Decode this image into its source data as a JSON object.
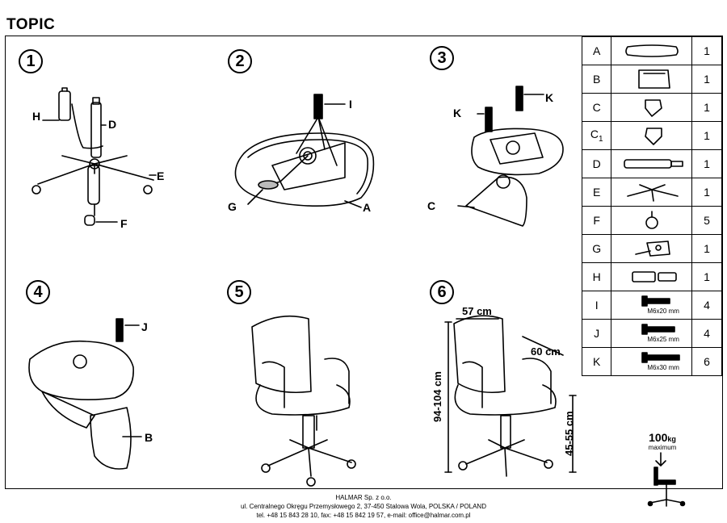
{
  "title": "TOPIC",
  "steps": [
    "1",
    "2",
    "3",
    "4",
    "5",
    "6"
  ],
  "labels": {
    "s1_h": "H",
    "s1_d": "D",
    "s1_e": "E",
    "s1_f": "F",
    "s2_i": "I",
    "s2_g": "G",
    "s2_a": "A",
    "s3_k1": "K",
    "s3_k2": "K",
    "s3_c": "C",
    "s4_j": "J",
    "s4_b": "B"
  },
  "dimensions": {
    "width": "57 cm",
    "depth": "60 cm",
    "height": "94-104 cm",
    "seat_height": "45-55 cm"
  },
  "parts": [
    {
      "letter": "A",
      "sub": "",
      "qty": "1",
      "icon": "seat-icon",
      "size": ""
    },
    {
      "letter": "B",
      "sub": "",
      "qty": "1",
      "icon": "backrest-icon",
      "size": ""
    },
    {
      "letter": "C",
      "sub": "",
      "qty": "1",
      "icon": "armrest-icon",
      "size": ""
    },
    {
      "letter": "C",
      "sub": "1",
      "qty": "1",
      "icon": "armrest-icon",
      "size": ""
    },
    {
      "letter": "D",
      "sub": "",
      "qty": "1",
      "icon": "gas-lift-icon",
      "size": ""
    },
    {
      "letter": "E",
      "sub": "",
      "qty": "1",
      "icon": "star-base-icon",
      "size": ""
    },
    {
      "letter": "F",
      "sub": "",
      "qty": "5",
      "icon": "caster-icon",
      "size": ""
    },
    {
      "letter": "G",
      "sub": "",
      "qty": "1",
      "icon": "mechanism-icon",
      "size": ""
    },
    {
      "letter": "H",
      "sub": "",
      "qty": "1",
      "icon": "cover-icon",
      "size": ""
    },
    {
      "letter": "I",
      "sub": "",
      "qty": "4",
      "icon": "screw-icon",
      "size": "M6x20 mm"
    },
    {
      "letter": "J",
      "sub": "",
      "qty": "4",
      "icon": "screw-icon",
      "size": "M6x25 mm"
    },
    {
      "letter": "K",
      "sub": "",
      "qty": "6",
      "icon": "screw-icon",
      "size": "M6x30 mm"
    }
  ],
  "max_load": {
    "value": "100",
    "unit": "kg",
    "caption": "maximum"
  },
  "footer": {
    "company": "HALMAR Sp. z o.o.",
    "address": "ul. Centralnego Okręgu Przemysłowego 2, 37-450 Stalowa Wola, POLSKA / POLAND",
    "contact": "tel. +48 15 843 28 10, fax: +48 15 842 19 57, e-mail: office@halmar.com.pl"
  }
}
